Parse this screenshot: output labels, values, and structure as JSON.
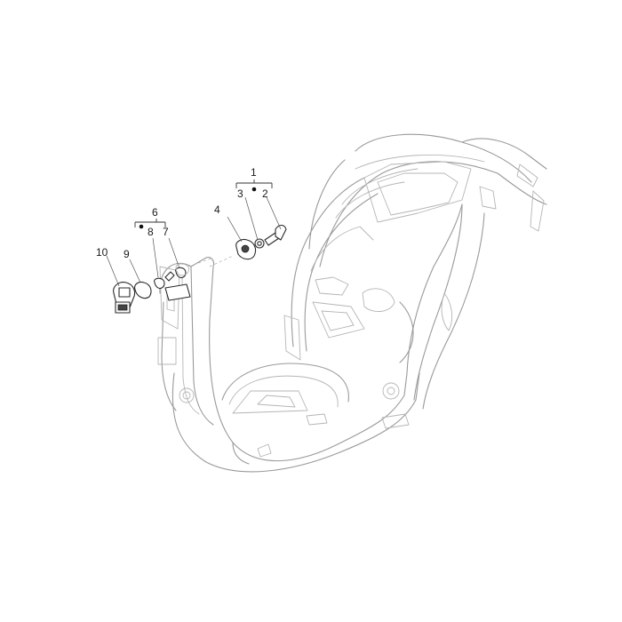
{
  "callouts": {
    "c1": "1",
    "c2": "2",
    "c3": "3",
    "c4": "4",
    "c6": "6",
    "c7": "7",
    "c8": "8",
    "c9": "9",
    "c10": "10"
  },
  "colors": {
    "frame_line": "#9a9a9a",
    "part_line": "#2a2a2a",
    "background": "#ffffff"
  }
}
